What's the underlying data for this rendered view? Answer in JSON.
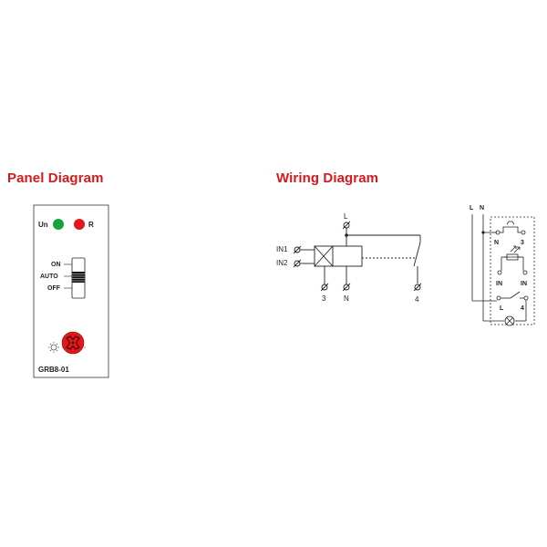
{
  "titles": {
    "panel": "Panel Diagram",
    "wiring": "Wiring Diagram"
  },
  "panel": {
    "led_un_label": "Un",
    "led_r_label": "R",
    "switch_on": "ON",
    "switch_auto": "AUTO",
    "switch_off": "OFF",
    "model": "GRB8-01",
    "colors": {
      "led_un": "#1aa33a",
      "led_r": "#e3161b",
      "knob": "#e3161b"
    },
    "icons": [
      "sun-icon",
      "moon-icon"
    ]
  },
  "wiring": {
    "terminal_L": "L",
    "in1": "IN1",
    "in2": "IN2",
    "terminal_3": "3",
    "terminal_N": "N",
    "terminal_4": "4"
  },
  "module": {
    "line_L": "L",
    "line_N": "N",
    "term_N": "N",
    "term_3": "3",
    "term_IN_left": "IN",
    "term_IN_right": "IN",
    "term_L": "L",
    "term_4": "4"
  }
}
